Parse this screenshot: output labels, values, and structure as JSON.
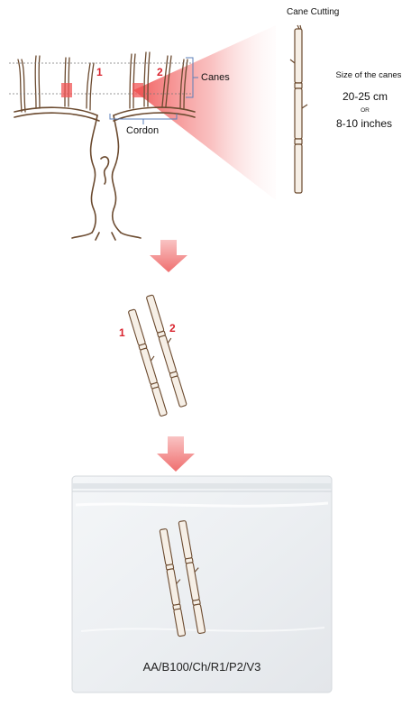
{
  "title": "Cane Cutting",
  "labels": {
    "canes": "Canes",
    "cordon": "Cordon",
    "size_heading": "Size of the canes",
    "size_cm": "20-25 cm",
    "size_or": "OR",
    "size_in": "8-10 inches"
  },
  "markers": {
    "one": "1",
    "two": "2"
  },
  "bag_label": "AA/B100/Ch/R1/P2/V3",
  "colors": {
    "wood": "#6b4a2f",
    "wood_fill": "#f6efe6",
    "accent_red": "#d9232e",
    "highlight": "#f0615f",
    "arrow": "#f07f7e",
    "bracket": "#5b7fb8"
  }
}
